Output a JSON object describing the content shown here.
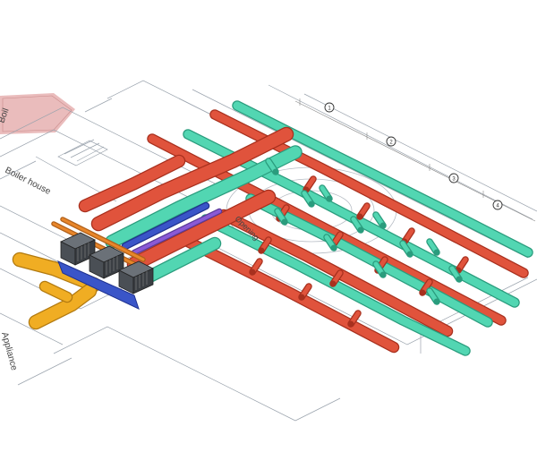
{
  "colors": {
    "supply_duct": "#e0533c",
    "supply_duct_dark": "#a8301e",
    "return_duct": "#52d6b2",
    "return_duct_dark": "#2a9c7d",
    "exhaust_duct": "#f0ad23",
    "exhaust_duct_dark": "#b27a10",
    "main_trunk": "#3a55c8",
    "pipe_purple": "#8a5ad6",
    "pipe_orange": "#e8862a",
    "equipment": "#4a4f55",
    "floor_lines": "#9aa3ad",
    "pink_zone": "#e6b0b0",
    "background": "#ffffff"
  },
  "labels": {
    "boiler_house": "Boiler house",
    "appliance": "Appliance",
    "opening": "Opening",
    "partial_top": "Boil"
  },
  "grid_markers": [
    "1",
    "2",
    "3",
    "4"
  ],
  "icons": [
    "grid-bubble-icon",
    "stair-icon",
    "duct-elbow-icon"
  ]
}
